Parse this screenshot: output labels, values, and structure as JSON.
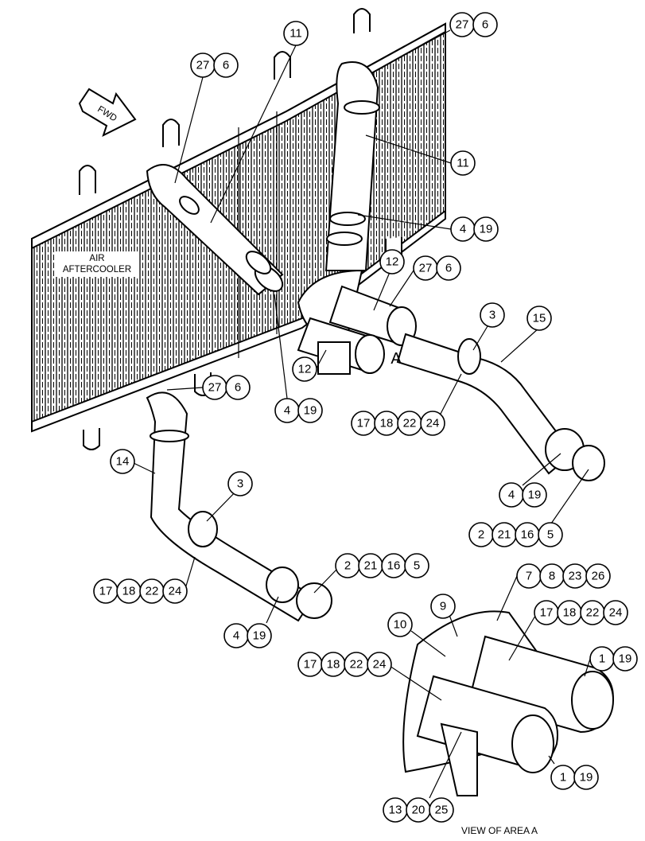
{
  "labels": {
    "aftercooler_line1": "AIR",
    "aftercooler_line2": "AFTERCOOLER",
    "fwd": "FWD",
    "area_letter": "A",
    "view_caption": "VIEW OF AREA  A"
  },
  "callouts": [
    [
      "11"
    ],
    [
      "27",
      "6"
    ],
    [
      "27",
      "6"
    ],
    [
      "11"
    ],
    [
      "4",
      "19"
    ],
    [
      "12"
    ],
    [
      "27",
      "6"
    ],
    [
      "3"
    ],
    [
      "15"
    ],
    [
      "12"
    ],
    [
      "4",
      "19"
    ],
    [
      "17",
      "18",
      "22",
      "24"
    ],
    [
      "27",
      "6"
    ],
    [
      "14"
    ],
    [
      "3"
    ],
    [
      "4",
      "19"
    ],
    [
      "2",
      "21",
      "16",
      "5"
    ],
    [
      "17",
      "18",
      "22",
      "24"
    ],
    [
      "2",
      "21",
      "16",
      "5"
    ],
    [
      "4",
      "19"
    ],
    [
      "7",
      "8",
      "23",
      "26"
    ],
    [
      "9"
    ],
    [
      "10"
    ],
    [
      "17",
      "18",
      "22",
      "24"
    ],
    [
      "17",
      "18",
      "22",
      "24"
    ],
    [
      "1",
      "19"
    ],
    [
      "1",
      "19"
    ],
    [
      "13",
      "20",
      "25"
    ]
  ]
}
